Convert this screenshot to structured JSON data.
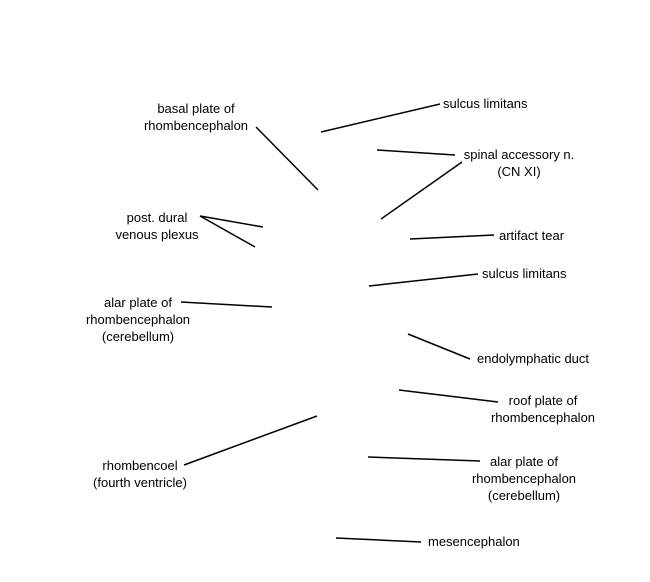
{
  "colors": {
    "text": "#000000",
    "line": "#000000",
    "background": "#ffffff"
  },
  "labels": {
    "basal_plate": [
      "basal plate of",
      "rhombencephalon"
    ],
    "sulcus_limitans_upper": [
      "sulcus limitans"
    ],
    "spinal_accessory": [
      "spinal accessory n.",
      "(CN XI)"
    ],
    "post_dural": [
      "post. dural",
      "venous plexus"
    ],
    "artifact_tear": [
      "artifact tear"
    ],
    "sulcus_limitans_lower": [
      "sulcus limitans"
    ],
    "alar_plate_left": [
      "alar plate of",
      "rhombencephalon",
      "(cerebellum)"
    ],
    "endolymphatic_duct": [
      "endolymphatic duct"
    ],
    "roof_plate": [
      "roof plate of",
      "rhombencephalon"
    ],
    "rhombencoel": [
      "rhombencoel",
      "(fourth ventricle)"
    ],
    "alar_plate_right": [
      "alar plate of",
      "rhombencephalon",
      "(cerebellum)"
    ],
    "mesencephalon": [
      "mesencephalon"
    ]
  }
}
